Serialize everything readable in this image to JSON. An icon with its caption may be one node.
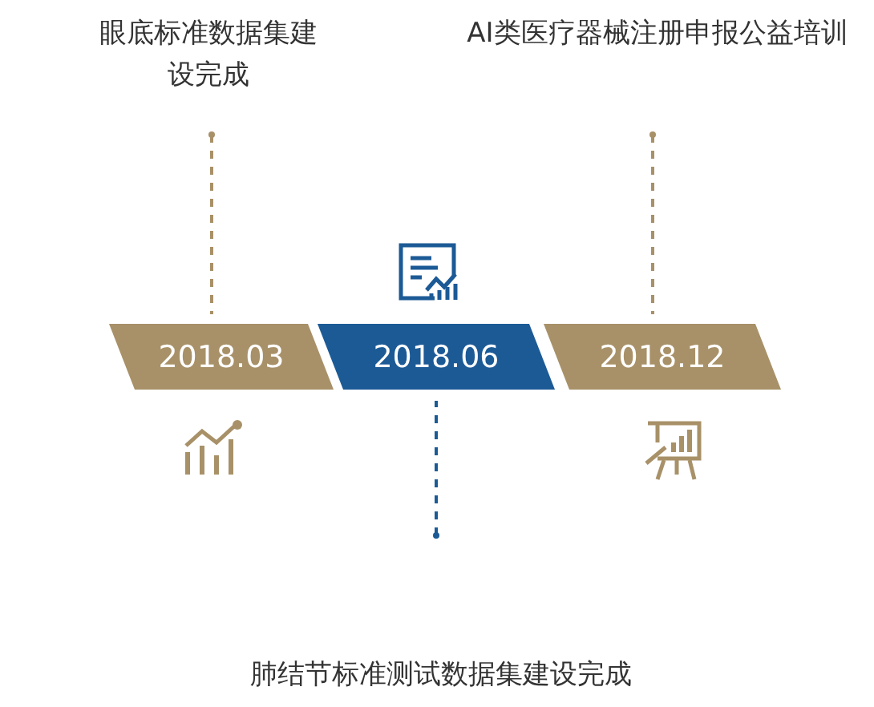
{
  "diagram": {
    "nodes": [
      {
        "text": [
          "眼底标准数据集建设完成"
        ]
      },
      {
        "text": [
          "AI类医疗器械注册申报公益培训"
        ]
      },
      {
        "text": [
          "2018.03"
        ]
      },
      {
        "text": [
          "2018.06"
        ]
      },
      {
        "text": [
          "2018.12"
        ]
      },
      {
        "text": [
          "肺结节标准测试数据集建设完成"
        ]
      }
    ],
    "edges": [
      {
        "from": 0,
        "to": 2,
        "arrow": "other",
        "style": "dashed"
      },
      {
        "from": 1,
        "to": 4,
        "arrow": "other",
        "style": "dashed"
      },
      {
        "from": 5,
        "to": 3,
        "arrow": "other",
        "style": "dashed",
        "color": "#1c5a96"
      }
    ]
  }
}
